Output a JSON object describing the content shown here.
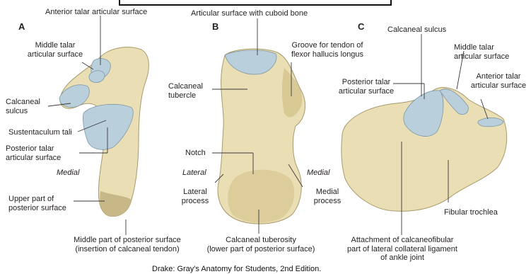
{
  "colors": {
    "bone": "#e9deb4",
    "bone_shade": "#c9b887",
    "cartilage": "#b9cfdc",
    "leader": "#3a3a3a"
  },
  "panels": {
    "a": "A",
    "b": "B",
    "c": "C"
  },
  "labels": {
    "anterior_talar_A": "Anterior talar articular surface",
    "middle_talar_A": [
      "Middle talar",
      "articular surface"
    ],
    "calcaneal_sulcus_A": [
      "Calcaneal",
      "sulcus"
    ],
    "sustentaculum": "Sustentaculum tali",
    "posterior_talar_A": [
      "Posterior talar",
      "articular surface"
    ],
    "medial_A": "Medial",
    "upper_posterior": [
      "Upper part of",
      "posterior surface"
    ],
    "middle_posterior": [
      "Middle part of posterior surface",
      "(insertion of calcaneal tendon)"
    ],
    "cuboid": "Articular surface with cuboid bone",
    "groove_fhl": [
      "Groove for tendon of",
      "flexor hallucis longus"
    ],
    "calcaneal_tubercle": [
      "Calcaneal",
      "tubercle"
    ],
    "notch": "Notch",
    "lateral_B": "Lateral",
    "medial_B": "Medial",
    "lateral_process": [
      "Lateral",
      "process"
    ],
    "medial_process": [
      "Medial",
      "process"
    ],
    "calcaneal_tuberosity": [
      "Calcaneal tuberosity",
      "(lower part of posterior surface)"
    ],
    "calcaneal_sulcus_C": "Calcaneal sulcus",
    "middle_talar_C": [
      "Middle talar",
      "articular surface"
    ],
    "posterior_talar_C": [
      "Posterior talar",
      "articular surface"
    ],
    "anterior_talar_C": [
      "Anterior talar",
      "articular surface"
    ],
    "fibular_trochlea": "Fibular trochlea",
    "attachment": [
      "Attachment of calcaneofibular",
      "part of lateral collateral ligament",
      "of ankle joint"
    ]
  },
  "credit": "Drake: Gray's Anatomy for Students, 2nd Edition."
}
